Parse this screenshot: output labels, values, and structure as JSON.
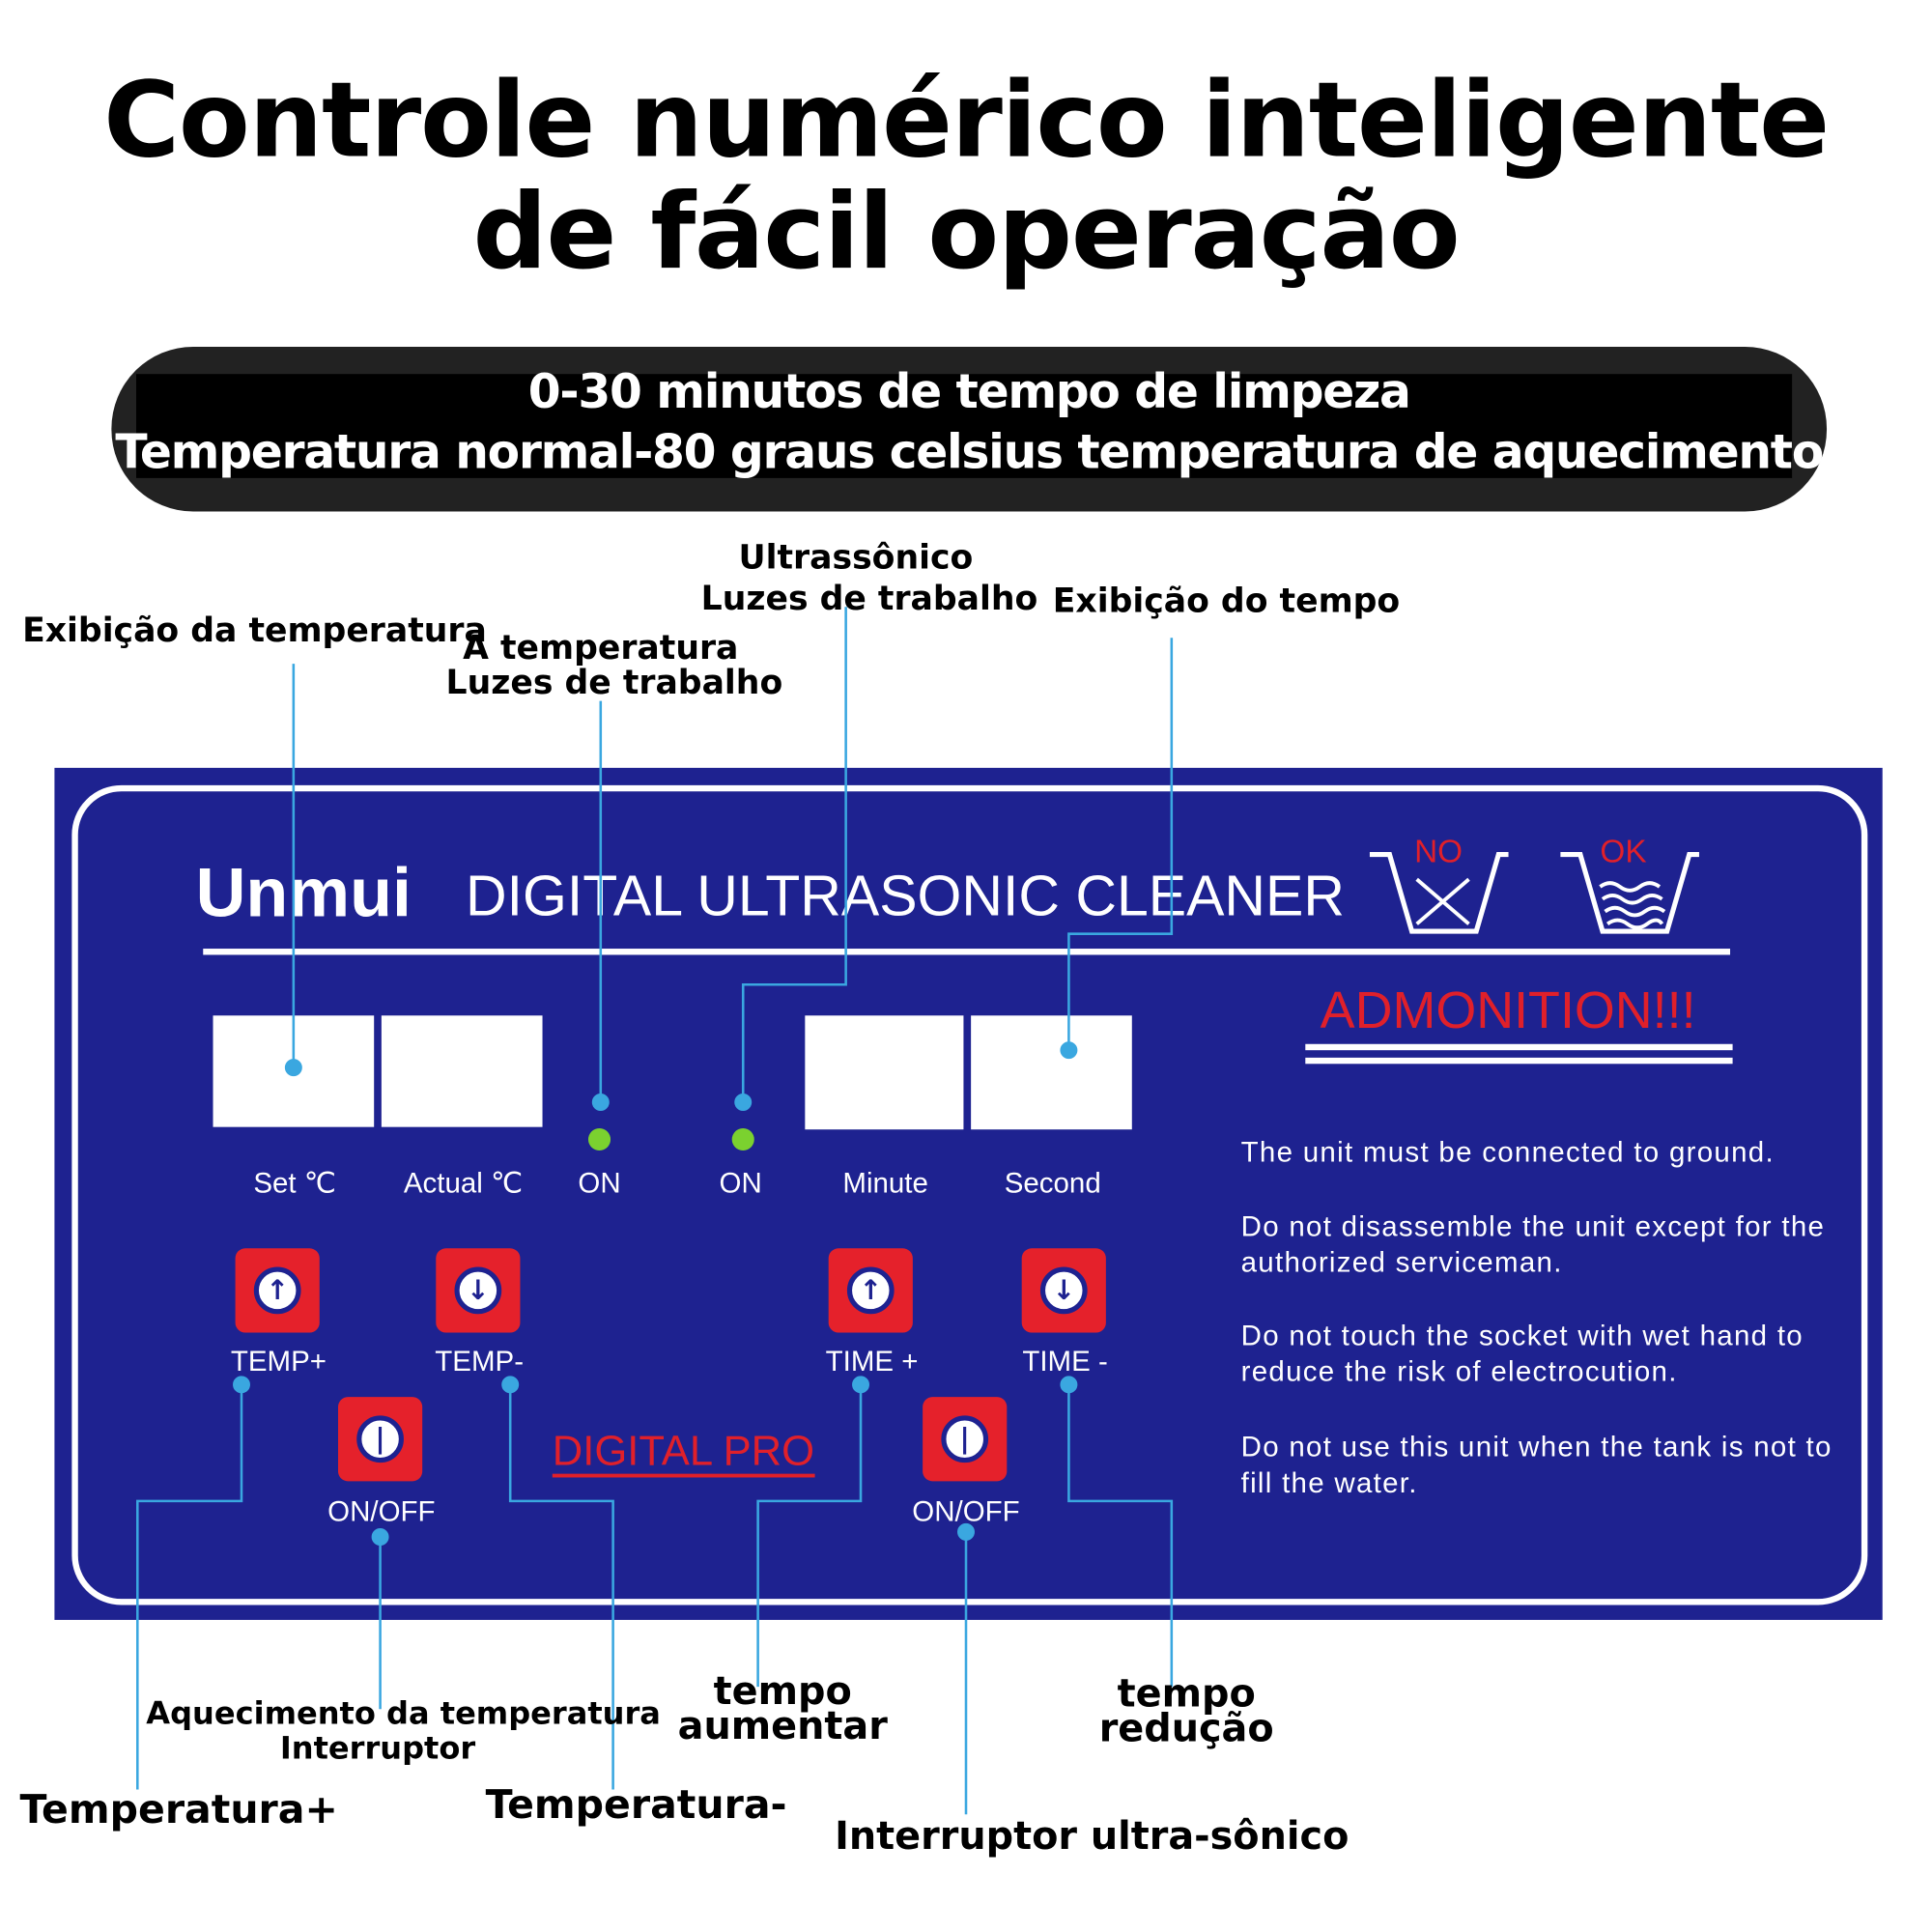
{
  "title": [
    "Controle numérico inteligente",
    "de fácil operação"
  ],
  "banner": [
    "0-30 minutos de tempo de limpeza",
    "Temperatura normal-80 graus celsius temperatura de aquecimento"
  ],
  "callouts": {
    "temp_display": "Exibição da temperatura",
    "temp_light": [
      "A temperatura",
      "Luzes de trabalho"
    ],
    "ultra_light": [
      "Ultrassônico",
      "Luzes de trabalho"
    ],
    "time_display": "Exibição do tempo",
    "heat_switch": [
      "Aquecimento da temperatura",
      "Interruptor"
    ],
    "temp_plus": "Temperatura+",
    "temp_minus": "Temperatura-",
    "time_up": [
      "tempo",
      "aumentar"
    ],
    "time_down": [
      "tempo",
      "redução"
    ],
    "ultra_switch": "Interruptor ultra-sônico"
  },
  "panel": {
    "brand": "Unmui",
    "product": "DIGITAL ULTRASONIC CLEANER",
    "icon_no": "NO",
    "icon_ok": "OK",
    "admonition": "ADMONITION!!!",
    "labels": {
      "set": "Set ℃",
      "actual": "Actual ℃",
      "on1": "ON",
      "on2": "ON",
      "minute": "Minute",
      "second": "Second"
    },
    "buttons": {
      "temp_plus": "TEMP+",
      "temp_minus": "TEMP-",
      "time_plus": "TIME +",
      "time_minus": "TIME -",
      "onoff1": "ON/OFF",
      "onoff2": "ON/OFF"
    },
    "digital_pro": "DIGITAL PRO",
    "warnings": [
      "The unit must be connected to ground.",
      "Do not disassemble the unit except for the authorized serviceman.",
      "Do not touch the socket with wet hand to reduce the risk of electrocution.",
      "Do not use this unit when the tank is not to fill the water."
    ]
  },
  "colors": {
    "panel": "#1e2290",
    "button": "#e5212b",
    "callout_line": "#3aa7e0",
    "led": "#7bd12f",
    "admonition": "#e0202a"
  }
}
